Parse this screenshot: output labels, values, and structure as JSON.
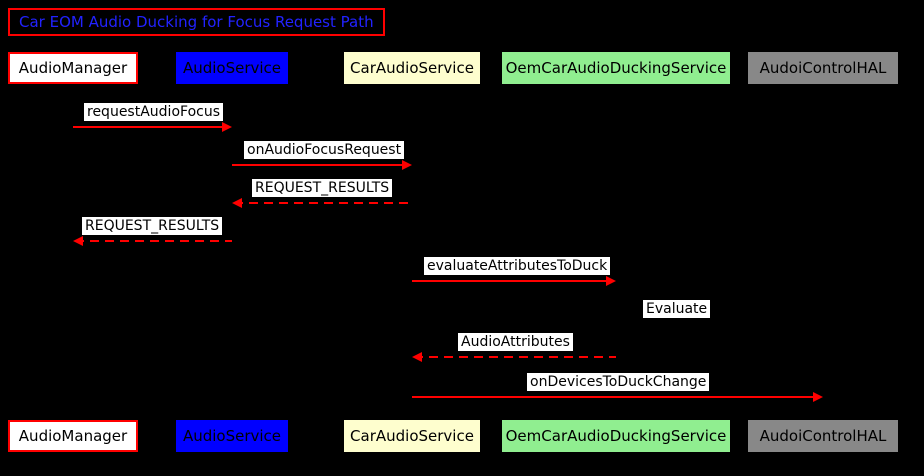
{
  "diagram": {
    "title": "Car EOM Audio Ducking for Focus Request Path",
    "colors": {
      "background": "#000000",
      "arrow": "#ff0000",
      "title_text": "#2222ff",
      "title_border": "#ff0000",
      "label_bg": "#ffffff",
      "label_text": "#000000"
    },
    "participants": [
      {
        "name": "AudioManager",
        "bg": "#ffffff",
        "border": "#ff0000",
        "text": "#000000"
      },
      {
        "name": "AudioService",
        "bg": "#0000ff",
        "border": "#0000ff",
        "text": "#000000"
      },
      {
        "name": "CarAudioService",
        "bg": "#fefece",
        "border": "#fefece",
        "text": "#000000"
      },
      {
        "name": "OemCarAudioDuckingService",
        "bg": "#90ee90",
        "border": "#90ee90",
        "text": "#000000"
      },
      {
        "name": "AudoiControlHAL",
        "bg": "#888888",
        "border": "#888888",
        "text": "#000000"
      }
    ],
    "messages": [
      {
        "label": "requestAudioFocus",
        "from": "AudioManager",
        "to": "AudioService",
        "line": "solid"
      },
      {
        "label": "onAudioFocusRequest",
        "from": "AudioService",
        "to": "CarAudioService",
        "line": "solid"
      },
      {
        "label": "REQUEST_RESULTS",
        "from": "CarAudioService",
        "to": "AudioService",
        "line": "dashed"
      },
      {
        "label": "REQUEST_RESULTS",
        "from": "AudioService",
        "to": "AudioManager",
        "line": "dashed"
      },
      {
        "label": "evaluateAttributesToDuck",
        "from": "CarAudioService",
        "to": "OemCarAudioDuckingService",
        "line": "solid"
      },
      {
        "label": "Evaluate",
        "from": "OemCarAudioDuckingService",
        "to": "OemCarAudioDuckingService",
        "line": "self"
      },
      {
        "label": "AudioAttributes",
        "from": "OemCarAudioDuckingService",
        "to": "CarAudioService",
        "line": "dashed"
      },
      {
        "label": "onDevicesToDuckChange",
        "from": "CarAudioService",
        "to": "AudoiControlHAL",
        "line": "solid"
      }
    ]
  }
}
